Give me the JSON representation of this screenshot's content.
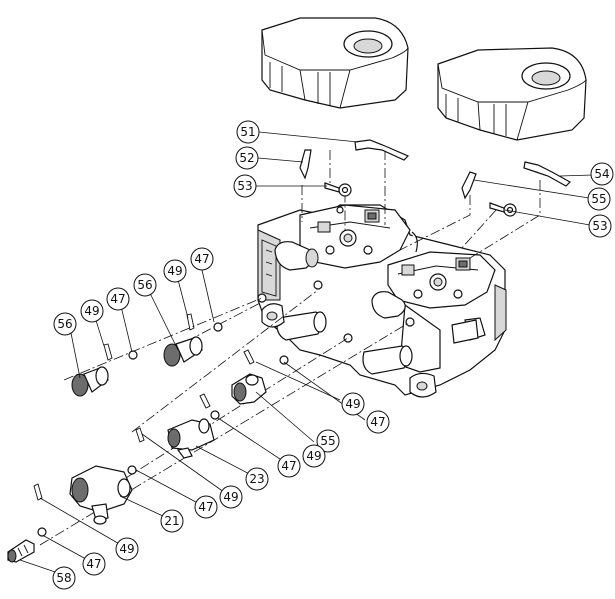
{
  "callouts": {
    "c51": "51",
    "c52": "52",
    "c53a": "53",
    "c54": "54",
    "c55a": "55",
    "c53b": "53",
    "c47a": "47",
    "c49a": "49",
    "c56a": "56",
    "c56b": "56",
    "c49b": "49",
    "c47b": "47",
    "c47c": "47",
    "c49c": "49",
    "c55b": "55",
    "c47d": "47",
    "c49d": "49",
    "c23": "23",
    "c49e": "49",
    "c21": "21",
    "c47e": "47",
    "c49f": "49",
    "c47f": "47",
    "c58": "58"
  }
}
